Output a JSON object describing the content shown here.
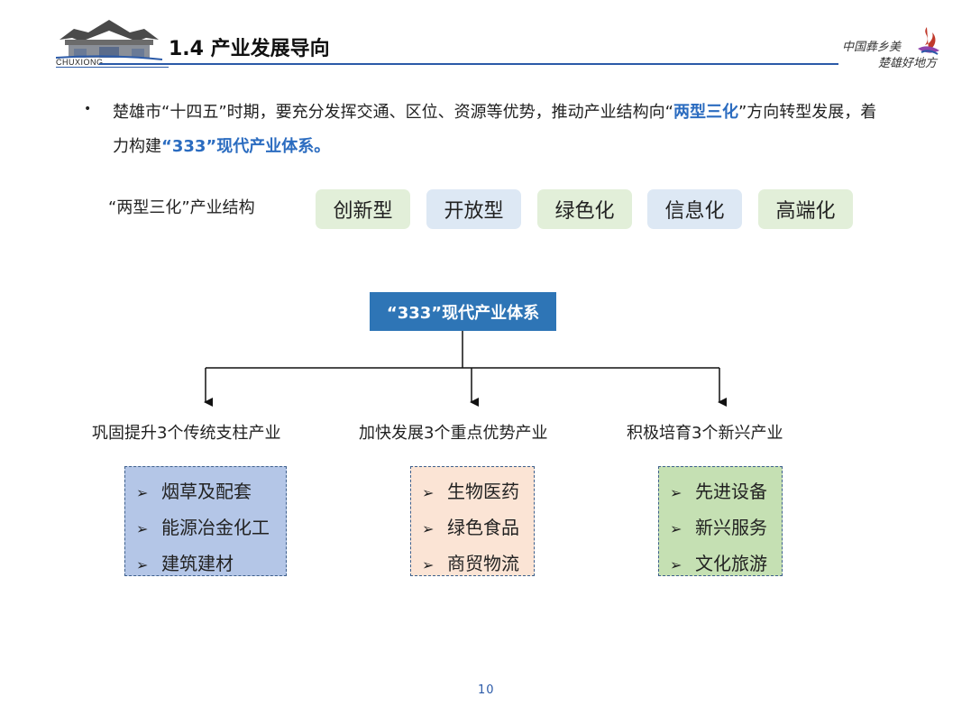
{
  "header": {
    "logo_text": "CHUXIONG",
    "title": "1.4 产业发展导向",
    "slogan_line1": "中国彝乡美",
    "slogan_line2": "楚雄好地方"
  },
  "bullet": {
    "text_1": "楚雄市“十四五”时期，要充分发挥交通、区位、资源等优势，推动产业结构向“",
    "highlight_1": "两型三化",
    "text_2": "”方向转型发展，着力构建",
    "highlight_2": "“333”现代产业体系。"
  },
  "structure": {
    "label": "“两型三化”产业结构",
    "pills": [
      "创新型",
      "开放型",
      "绿色化",
      "信息化",
      "高端化"
    ]
  },
  "system": {
    "title": "“333”现代产业体系",
    "categories": [
      {
        "label": "巩固提升3个传统支柱产业",
        "items": [
          "烟草及配套",
          "能源冶金化工",
          "建筑建材"
        ]
      },
      {
        "label": "加快发展3个重点优势产业",
        "items": [
          "生物医药",
          "绿色食品",
          "商贸物流"
        ]
      },
      {
        "label": "积极培育3个新兴产业",
        "items": [
          "先进设备",
          "新兴服务",
          "文化旅游"
        ]
      }
    ]
  },
  "page_number": "10",
  "colors": {
    "accent": "#2e75b6",
    "highlight_text": "#2b6cc0",
    "pill_green": "#e2efd9",
    "pill_blue": "#dde8f4",
    "box_blue": "#b4c6e7",
    "box_peach": "#fbe4d5",
    "box_green": "#c5e0b3"
  },
  "icons": {
    "logo": "chuxiong-gate-logo",
    "bullet": "bullet-dot",
    "list_marker": "arrowhead-bullet",
    "slogan_emblem": "torch-flame-emblem"
  }
}
